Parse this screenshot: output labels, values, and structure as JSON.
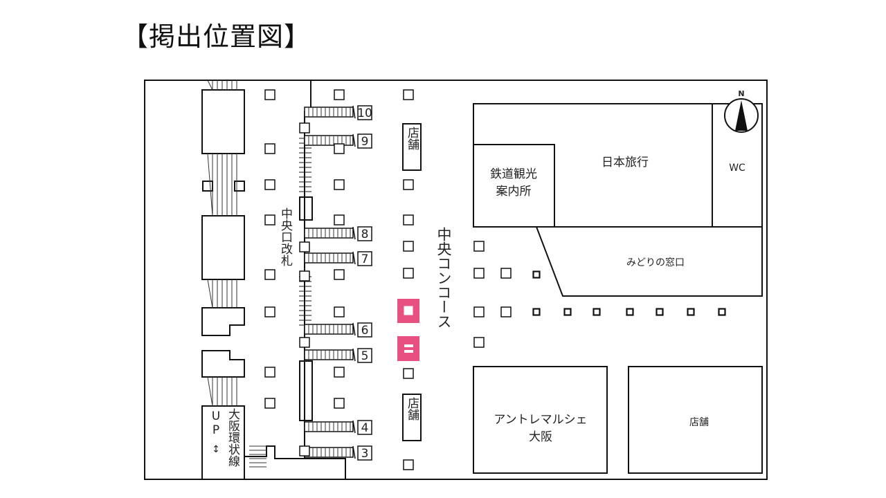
{
  "title": "【掲出位置図】",
  "labels": {
    "central_gate": "中央口改札",
    "central_concourse": "中央コンコース",
    "shop_upper": "店舗",
    "shop_lower": "店舗",
    "tourism_info_line1": "鉄道観光",
    "tourism_info_line2": "案内所",
    "nihon_ryoko": "日本旅行",
    "wc": "WC",
    "midori_window": "みどりの窓口",
    "entre_marche_line1": "アントレマルシェ",
    "entre_marche_line2": "大阪",
    "shop_right": "店舗",
    "loop_line": "大阪環状線",
    "up": "UP",
    "compass_n": "N"
  },
  "platforms": [
    "10",
    "9",
    "8",
    "7",
    "6",
    "5",
    "4",
    "3"
  ],
  "colors": {
    "highlight": "#E8517F",
    "line": "#111111"
  },
  "highlighted_positions": 2
}
